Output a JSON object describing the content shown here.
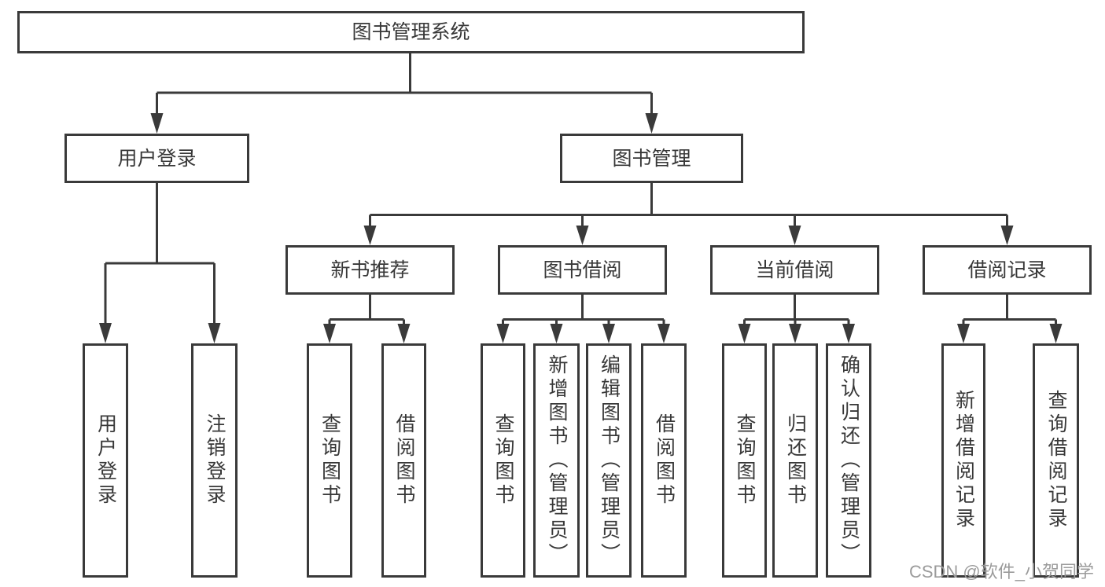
{
  "nodes": {
    "root": "图书管理系统",
    "level2": {
      "user_login": "用户登录",
      "book_management": "图书管理"
    },
    "level3": {
      "new_book_recommend": "新书推荐",
      "book_borrow": "图书借阅",
      "current_borrow": "当前借阅",
      "borrow_records": "借阅记录"
    },
    "leaves": {
      "user_login": "用户登录",
      "logout": "注销登录",
      "nb_query_books": "查询图书",
      "nb_borrow_books": "借阅图书",
      "bb_query_books": "查询图书",
      "bb_add_books": "新增图书（管理员）",
      "bb_edit_books": "编辑图书（管理员）",
      "bb_borrow_books": "借阅图书",
      "cb_query_books": "查询图书",
      "cb_return_books": "归还图书",
      "cb_confirm_return": "确认归还（管理员）",
      "br_add_record": "新增借阅记录",
      "br_query_record": "查询借阅记录"
    }
  },
  "watermark": {
    "text": "CSDN @软件_小贺同学"
  },
  "colors": {
    "line": "#3a3a3a",
    "text": "#383838",
    "background": "#ffffff",
    "box_fill": "#ffffff",
    "watermark": "#9b9b9b"
  }
}
